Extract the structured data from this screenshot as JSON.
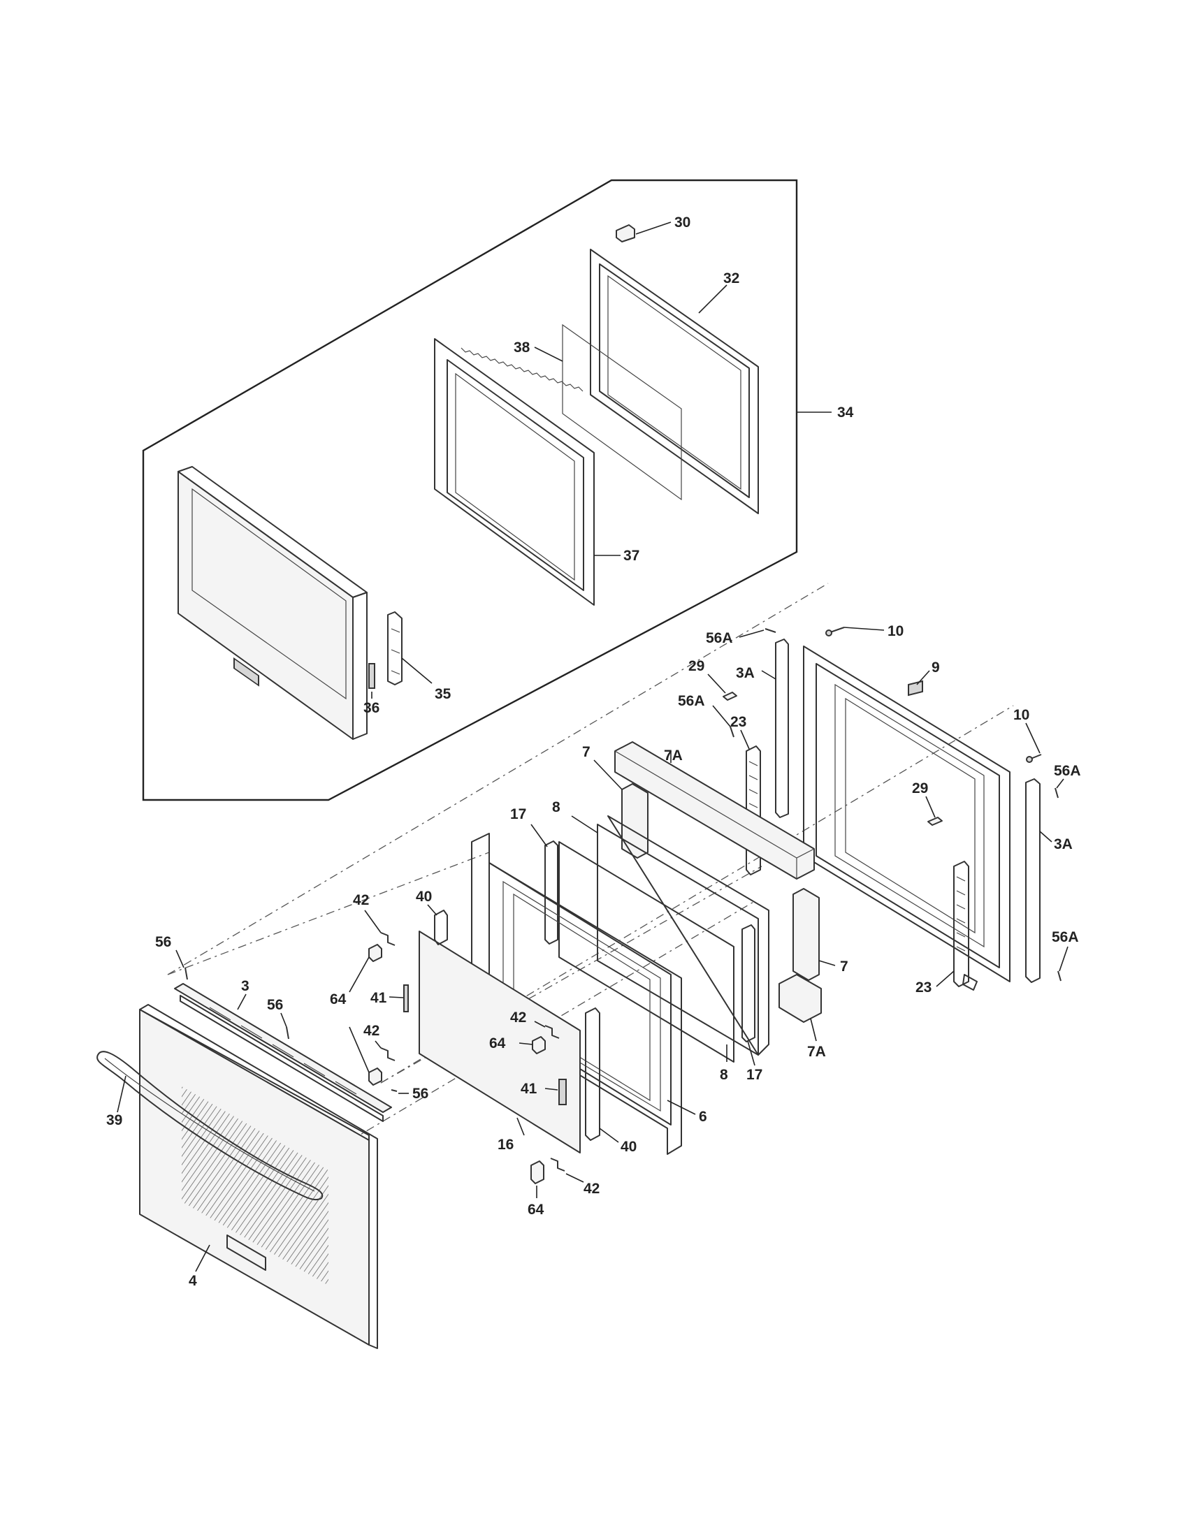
{
  "diagram": {
    "callouts": {
      "c3": "3",
      "c3A_upper": "3A",
      "c3A_right": "3A",
      "c4": "4",
      "c6": "6",
      "c7_upper": "7",
      "c7_lower": "7",
      "c7A_upper": "7A",
      "c7A_lower": "7A",
      "c8_upper": "8",
      "c8_lower": "8",
      "c9": "9",
      "c10_upper": "10",
      "c10_right": "10",
      "c16": "16",
      "c17_upper": "17",
      "c17_lower": "17",
      "c23_upper": "23",
      "c23_lower": "23",
      "c29_upper": "29",
      "c29_lower": "29",
      "c30": "30",
      "c32": "32",
      "c34": "34",
      "c35": "35",
      "c36": "36",
      "c37": "37",
      "c38": "38",
      "c39": "39",
      "c40_upper": "40",
      "c40_lower": "40",
      "c41_upper": "41",
      "c41_lower": "41",
      "c42_a": "42",
      "c42_b": "42",
      "c42_c": "42",
      "c42_d": "42",
      "c56_a": "56",
      "c56_b": "56",
      "c56_c": "56",
      "c56A_a": "56A",
      "c56A_b": "56A",
      "c56A_c": "56A",
      "c56A_d": "56A",
      "c64_a": "64",
      "c64_b": "64",
      "c64_c": "64"
    }
  }
}
